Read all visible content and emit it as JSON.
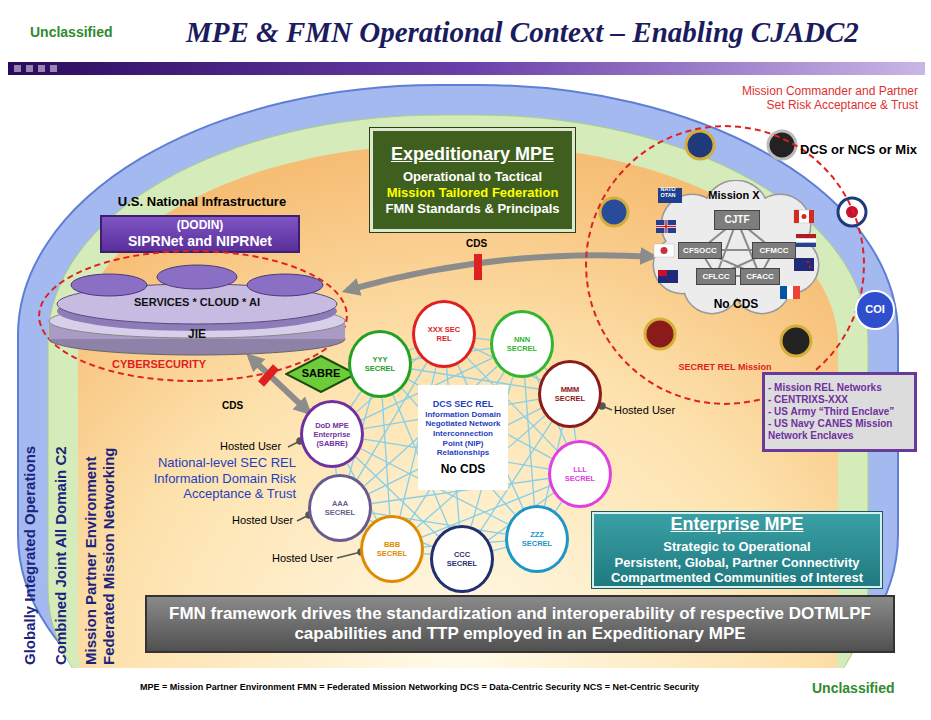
{
  "diagram": {
    "title": "MPE & FMN Operational Context – Enabling CJADC2",
    "nodes": [
      {
        "text": [
          "U.S. National Infrastructure",
          "(DODIN)",
          "SIPRNet and NIPRNet"
        ]
      },
      {
        "text": [
          "Expeditionary MPE",
          "Operational to Tactical",
          "Mission Tailored Federation",
          "FMN Standards & Principals"
        ]
      },
      {
        "text": [
          "SECRET REL Mission"
        ]
      },
      {
        "text": [
          "Mission X",
          "No CDS"
        ],
        "in": 2
      },
      {
        "text": [
          "CJTF"
        ],
        "in": 3
      },
      {
        "text": [
          "CFSOCC"
        ],
        "in": 3
      },
      {
        "text": [
          "CFMCC"
        ],
        "in": 3
      },
      {
        "text": [
          "CFLCC"
        ],
        "in": 3
      },
      {
        "text": [
          "CFACC"
        ],
        "in": 3
      },
      {
        "text": [
          "CYBERSECURITY"
        ]
      },
      {
        "text": [
          "SERVICES * CLOUD * AI",
          "JIE"
        ],
        "in": 9
      },
      {
        "text": [
          "COI"
        ]
      },
      {
        "text": [
          "SABRE"
        ]
      },
      {
        "text": [
          "YYY SECREL"
        ]
      },
      {
        "text": [
          "XXX SEC REL"
        ]
      },
      {
        "text": [
          "NNN SECREL"
        ]
      },
      {
        "text": [
          "MMM SECREL"
        ]
      },
      {
        "text": [
          "DoD MPE Enterprise (SABRE)"
        ]
      },
      {
        "text": [
          "DCS SEC REL",
          "Information Domain Negotiated Network Interconnection Point (NIP) Relationships",
          "No CDS"
        ]
      },
      {
        "text": [
          "LLL SECREL"
        ]
      },
      {
        "text": [
          "- Mission REL Networks",
          "- CENTRIXS-XXX",
          "- US Army “Third Enclave”",
          "- US Navy CANES Mission Network Enclaves"
        ]
      },
      {
        "text": [
          "AAA SECREL"
        ]
      },
      {
        "text": [
          "ZZZ SECREL"
        ]
      },
      {
        "text": [
          "BBB SECREL"
        ]
      },
      {
        "text": [
          "CCC SECREL"
        ]
      },
      {
        "text": [
          "Enterprise MPE",
          "Strategic to Operational",
          "Persistent, Global, Partner Connectivity",
          "Compartmented Communities of Interest"
        ]
      },
      {
        "text": [
          "FMN framework drives the standardization and interoperability of respective DOTMLPF capabilities and TTP employed in an Expeditionary MPE"
        ]
      }
    ],
    "edges": [
      {
        "from": 10,
        "to": 3,
        "arrow": "both"
      },
      {
        "from": 17,
        "to": 10,
        "arrow": "both"
      },
      {
        "from": 17,
        "to": 13,
        "arrow": "none"
      },
      {
        "from": 17,
        "to": 14,
        "arrow": "none"
      },
      {
        "from": 17,
        "to": 15,
        "arrow": "none"
      },
      {
        "from": 17,
        "to": 16,
        "arrow": "none"
      },
      {
        "from": 17,
        "to": 19,
        "arrow": "none"
      },
      {
        "from": 17,
        "to": 22,
        "arrow": "none"
      },
      {
        "from": 17,
        "to": 24,
        "arrow": "none"
      },
      {
        "from": 17,
        "to": 23,
        "arrow": "none"
      },
      {
        "from": 17,
        "to": 21,
        "arrow": "none"
      },
      {
        "from": 13,
        "to": 14,
        "arrow": "none"
      },
      {
        "from": 13,
        "to": 15,
        "arrow": "none"
      },
      {
        "from": 13,
        "to": 16,
        "arrow": "none"
      },
      {
        "from": 13,
        "to": 19,
        "arrow": "none"
      },
      {
        "from": 13,
        "to": 22,
        "arrow": "none"
      },
      {
        "from": 13,
        "to": 24,
        "arrow": "none"
      },
      {
        "from": 13,
        "to": 23,
        "arrow": "none"
      },
      {
        "from": 13,
        "to": 21,
        "arrow": "none"
      },
      {
        "from": 14,
        "to": 15,
        "arrow": "none"
      },
      {
        "from": 14,
        "to": 16,
        "arrow": "none"
      },
      {
        "from": 14,
        "to": 19,
        "arrow": "none"
      },
      {
        "from": 14,
        "to": 22,
        "arrow": "none"
      },
      {
        "from": 14,
        "to": 24,
        "arrow": "none"
      },
      {
        "from": 14,
        "to": 23,
        "arrow": "none"
      },
      {
        "from": 14,
        "to": 21,
        "arrow": "none"
      },
      {
        "from": 15,
        "to": 16,
        "arrow": "none"
      },
      {
        "from": 15,
        "to": 19,
        "arrow": "none"
      },
      {
        "from": 15,
        "to": 22,
        "arrow": "none"
      },
      {
        "from": 15,
        "to": 24,
        "arrow": "none"
      },
      {
        "from": 15,
        "to": 23,
        "arrow": "none"
      },
      {
        "from": 15,
        "to": 21,
        "arrow": "none"
      },
      {
        "from": 16,
        "to": 19,
        "arrow": "none"
      },
      {
        "from": 16,
        "to": 22,
        "arrow": "none"
      },
      {
        "from": 16,
        "to": 24,
        "arrow": "none"
      },
      {
        "from": 16,
        "to": 23,
        "arrow": "none"
      },
      {
        "from": 16,
        "to": 21,
        "arrow": "none"
      },
      {
        "from": 19,
        "to": 22,
        "arrow": "none"
      },
      {
        "from": 19,
        "to": 24,
        "arrow": "none"
      },
      {
        "from": 19,
        "to": 23,
        "arrow": "none"
      },
      {
        "from": 19,
        "to": 21,
        "arrow": "none"
      },
      {
        "from": 22,
        "to": 24,
        "arrow": "none"
      },
      {
        "from": 22,
        "to": 23,
        "arrow": "none"
      },
      {
        "from": 22,
        "to": 21,
        "arrow": "none"
      },
      {
        "from": 24,
        "to": 23,
        "arrow": "none"
      },
      {
        "from": 24,
        "to": 21,
        "arrow": "none"
      },
      {
        "from": 23,
        "to": 21,
        "arrow": "none"
      }
    ],
    "labels": [
      "Unclassified",
      "Mission Commander and Partner Set Risk Acceptance & Trust",
      "DCS or NCS or Mix",
      "CDS",
      "CDS",
      "Hosted User",
      "Hosted User",
      "National-level SEC REL Information Domain Risk Acceptance & Trust",
      "Hosted User",
      "Hosted User",
      "Globally Integrated Operations",
      "Combined Joint All Domain C2",
      "Mission Partner Environment Federated Mission Networking",
      "MPE = Mission Partner Environment FMN = Federated Mission Networking DCS = Data-Centric Security NCS = Net-Centric Security",
      "Unclassified",
      "NATO OTAN"
    ]
  }
}
